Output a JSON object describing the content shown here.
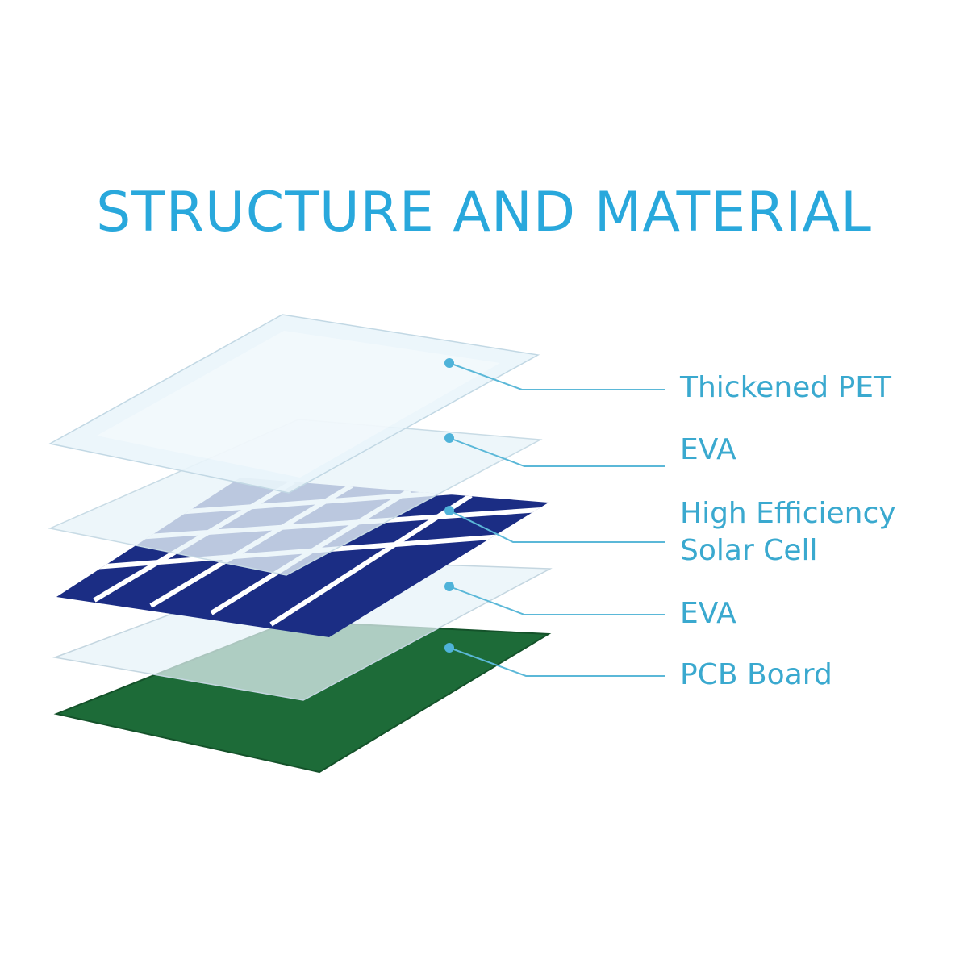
{
  "title": "STRUCTURE AND MATERIAL",
  "layers": [
    {
      "label": "Thickened PET"
    },
    {
      "label": "EVA"
    },
    {
      "label_line1": "High Efficiency",
      "label_line2": "Solar Cell"
    },
    {
      "label": "EVA"
    },
    {
      "label": "PCB Board"
    }
  ],
  "colors": {
    "title": "#29a8dc",
    "label": "#3aa9cf",
    "leader": "#5bb8d8",
    "cell": "#1b2d84",
    "cell_grid": "#ffffff",
    "pcb": "#1d6b38",
    "film": "#e8f3f9"
  }
}
